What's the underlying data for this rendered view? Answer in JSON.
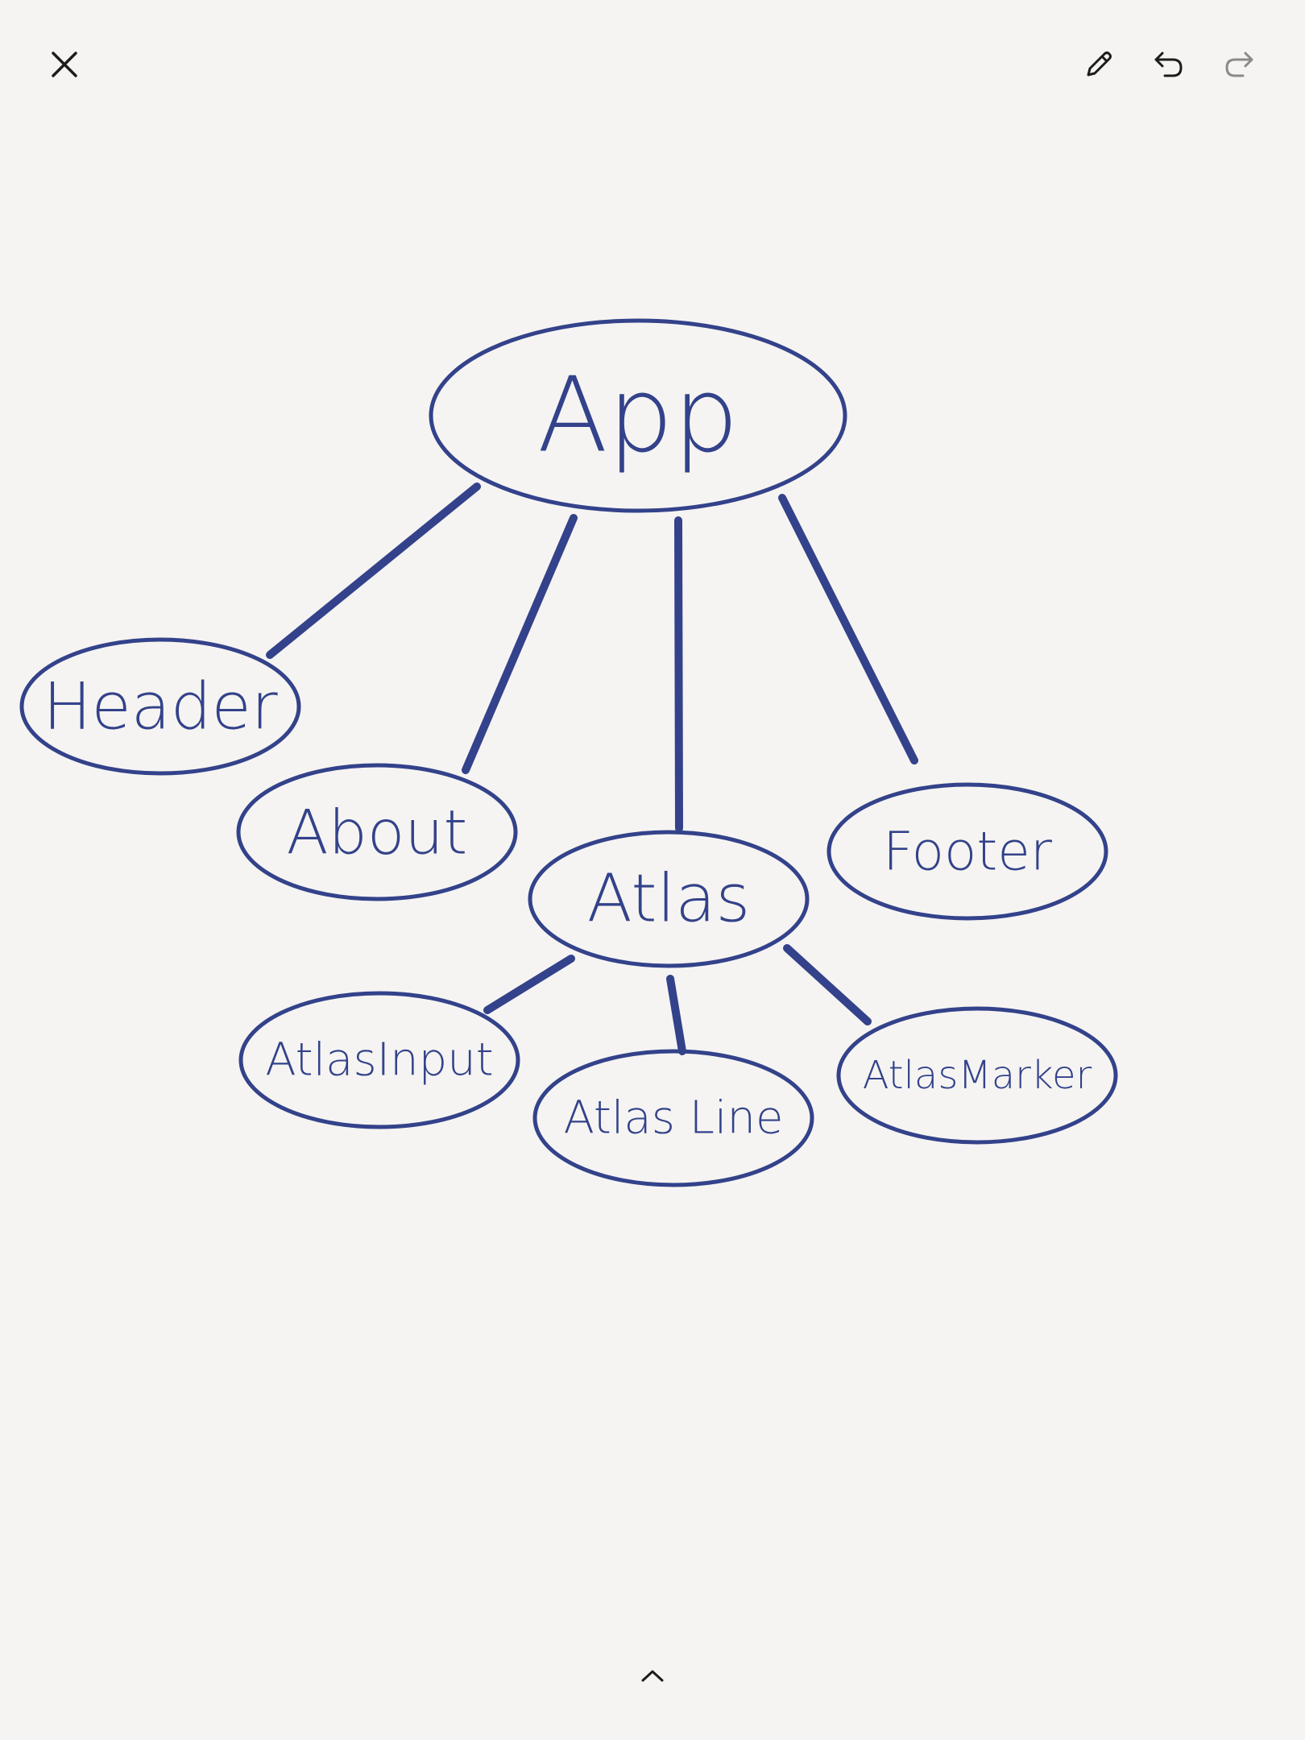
{
  "toolbar": {
    "close_icon": "close-icon",
    "pen_icon": "pencil-icon",
    "undo_icon": "undo-icon",
    "redo_icon": "redo-icon",
    "expand_icon": "chevron-up-icon"
  },
  "colors": {
    "background": "#f5f4f2",
    "ink": "#33428a",
    "icon": "#1c1c1c",
    "icon_disabled": "#8a8a8a"
  },
  "diagram": {
    "nodes": [
      {
        "id": "app",
        "label": "App"
      },
      {
        "id": "header",
        "label": "Header"
      },
      {
        "id": "about",
        "label": "About"
      },
      {
        "id": "atlas",
        "label": "Atlas"
      },
      {
        "id": "footer",
        "label": "Footer"
      },
      {
        "id": "atlasinput",
        "label": "AtlasInput"
      },
      {
        "id": "atlasline",
        "label": "Atlas Line"
      },
      {
        "id": "atlasmarker",
        "label": "AtlasMarker"
      }
    ],
    "edges": [
      {
        "from": "app",
        "to": "header"
      },
      {
        "from": "app",
        "to": "about"
      },
      {
        "from": "app",
        "to": "atlas"
      },
      {
        "from": "app",
        "to": "footer"
      },
      {
        "from": "atlas",
        "to": "atlasinput"
      },
      {
        "from": "atlas",
        "to": "atlasline"
      },
      {
        "from": "atlas",
        "to": "atlasmarker"
      }
    ]
  }
}
